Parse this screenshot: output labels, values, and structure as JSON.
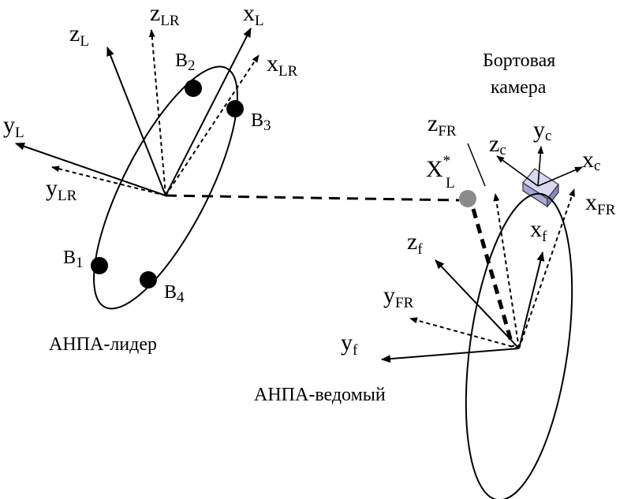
{
  "leader": {
    "caption": "АНПА-лидер",
    "axes": {
      "zL": {
        "main": "z",
        "sub": "L"
      },
      "zLR": {
        "main": "z",
        "sub": "LR"
      },
      "xL": {
        "main": "x",
        "sub": "L"
      },
      "xLR": {
        "main": "x",
        "sub": "LR"
      },
      "yL": {
        "main": "y",
        "sub": "L"
      },
      "yLR": {
        "main": "y",
        "sub": "LR"
      }
    },
    "beacons": [
      {
        "main": "B",
        "sub": "2"
      },
      {
        "main": "B",
        "sub": "3"
      },
      {
        "main": "B",
        "sub": "1"
      },
      {
        "main": "B",
        "sub": "4"
      }
    ]
  },
  "target_point": {
    "main": "X",
    "sup": "*",
    "sub": "L"
  },
  "camera": {
    "caption_line1": "Бортовая",
    "caption_line2": "камера",
    "axes": {
      "zc": {
        "main": "z",
        "sub": "c"
      },
      "yc": {
        "main": "y",
        "sub": "c"
      },
      "xc": {
        "main": "x",
        "sub": "c"
      }
    }
  },
  "follower": {
    "caption": "АНПА-ведомый",
    "axes": {
      "zFR": {
        "main": "z",
        "sub": "FR"
      },
      "xFR": {
        "main": "x",
        "sub": "FR"
      },
      "xf": {
        "main": "x",
        "sub": "f"
      },
      "zf": {
        "main": "z",
        "sub": "f"
      },
      "yFR": {
        "main": "y",
        "sub": "FR"
      },
      "yf": {
        "main": "y",
        "sub": "f"
      }
    }
  }
}
